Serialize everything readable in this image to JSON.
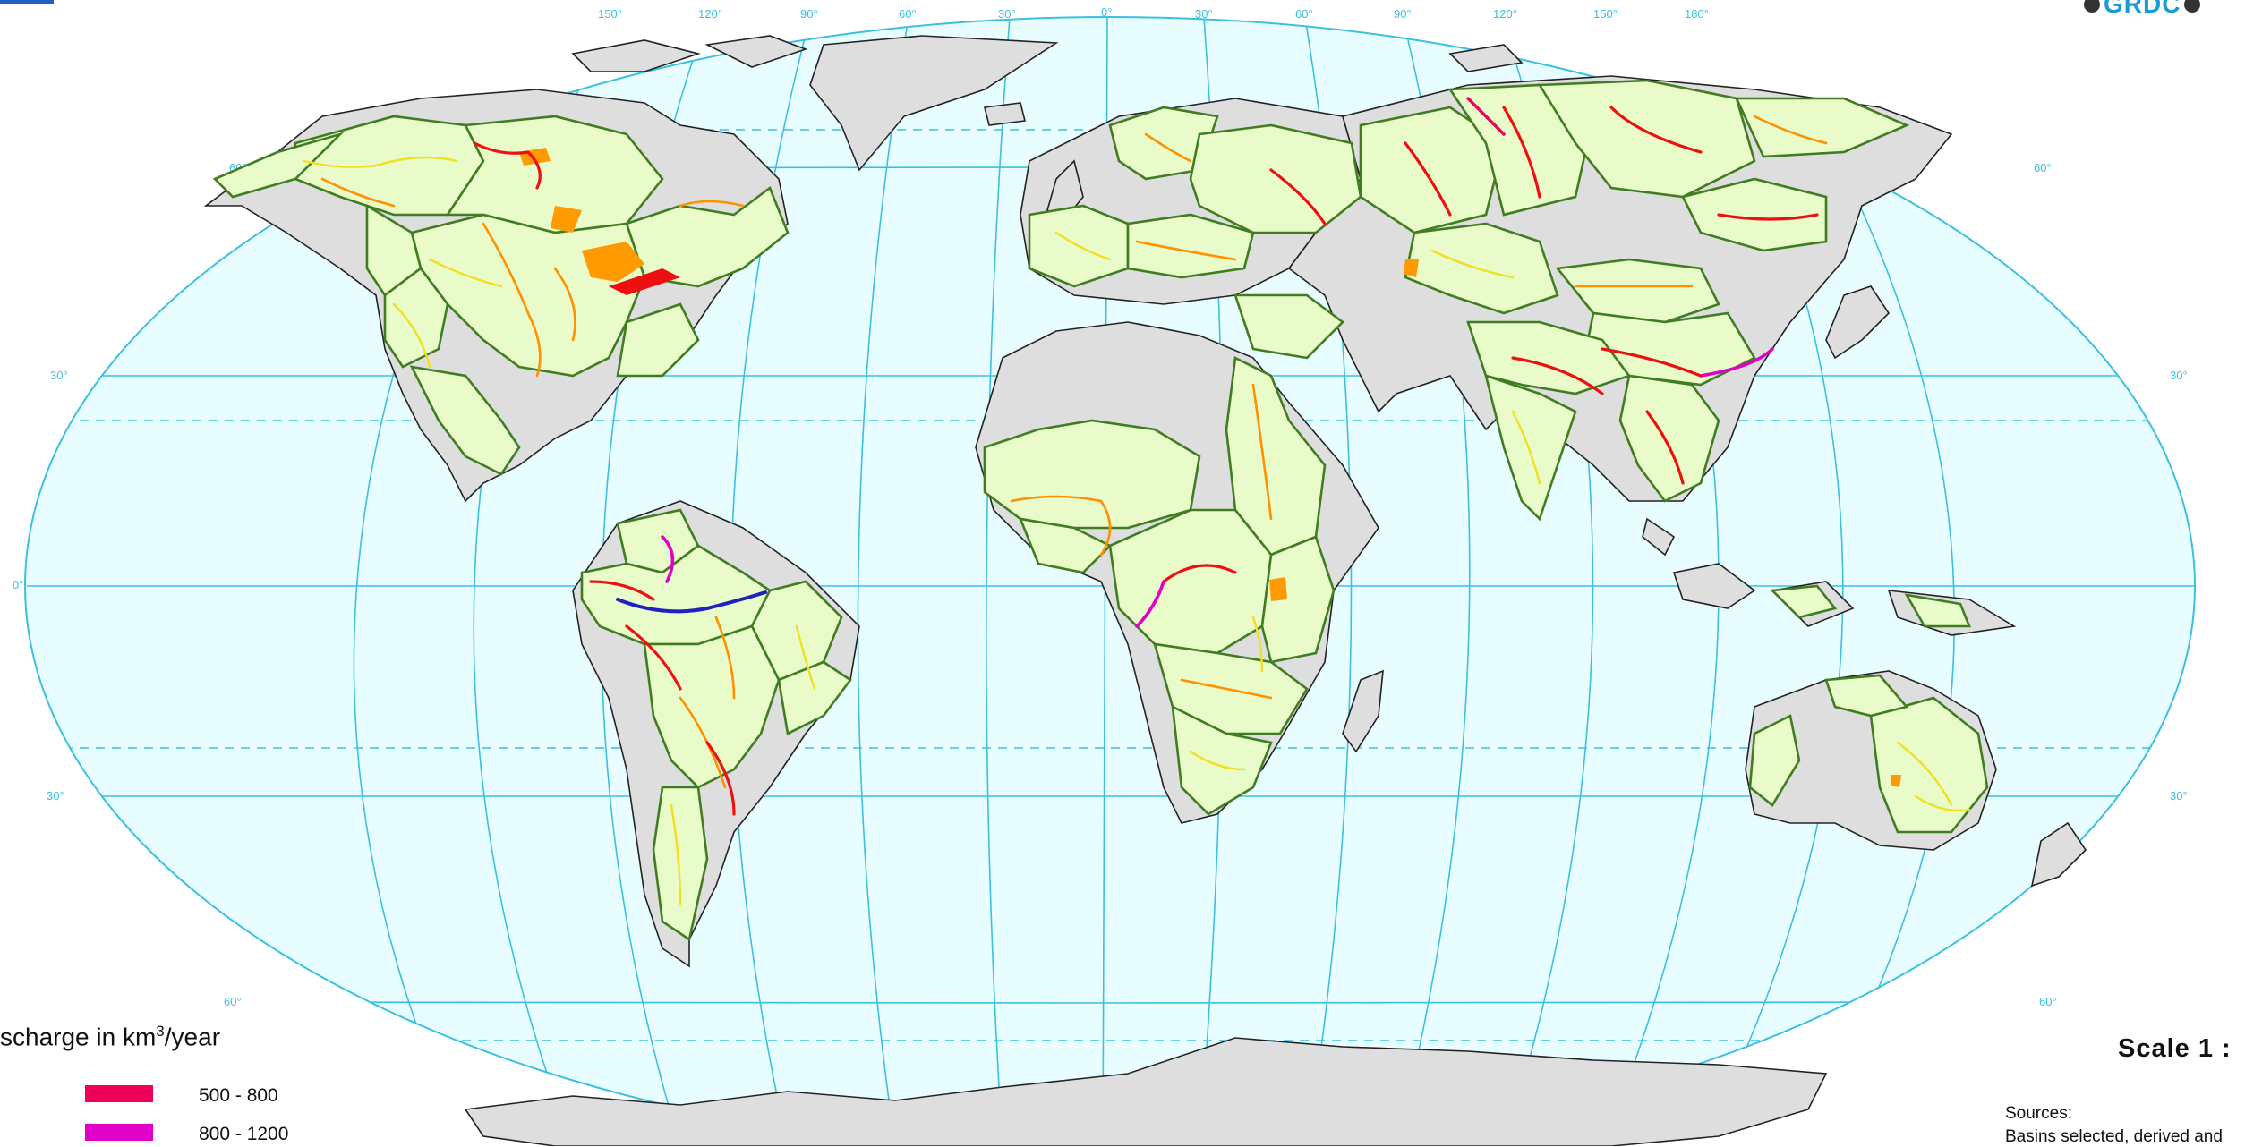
{
  "logo": {
    "text": "GRDC"
  },
  "graticule": {
    "top_labels": [
      "150°",
      "120°",
      "90°",
      "60°",
      "30°",
      "0°",
      "30°",
      "60°",
      "90°",
      "120°",
      "150°",
      "180°"
    ],
    "lat_labels": [
      "60°",
      "30°",
      "0°",
      "30°",
      "60°"
    ]
  },
  "legend": {
    "title": "scharge in km",
    "title_sup": "3",
    "title_suffix": "/year",
    "items": [
      {
        "label": "500 - 800",
        "color": "#f0005a"
      },
      {
        "label": "800 - 1200",
        "color": "#e000c8"
      }
    ]
  },
  "scale": {
    "label": "Scale   1 :"
  },
  "sources": {
    "title": "Sources:",
    "text": "Basins selected, derived and"
  },
  "colors": {
    "ocean": "#e8fdff",
    "graticule": "#3cc0e0",
    "land": "#dedede",
    "basin": "#e8fbc8",
    "basin_border": "#3f7d20",
    "river_small": "#f0e020",
    "river_medium": "#ff9000",
    "river_large": "#ee1010",
    "river_very_large": "#f0005a",
    "river_huge": "#e000c8",
    "river_max": "#2020c0"
  }
}
